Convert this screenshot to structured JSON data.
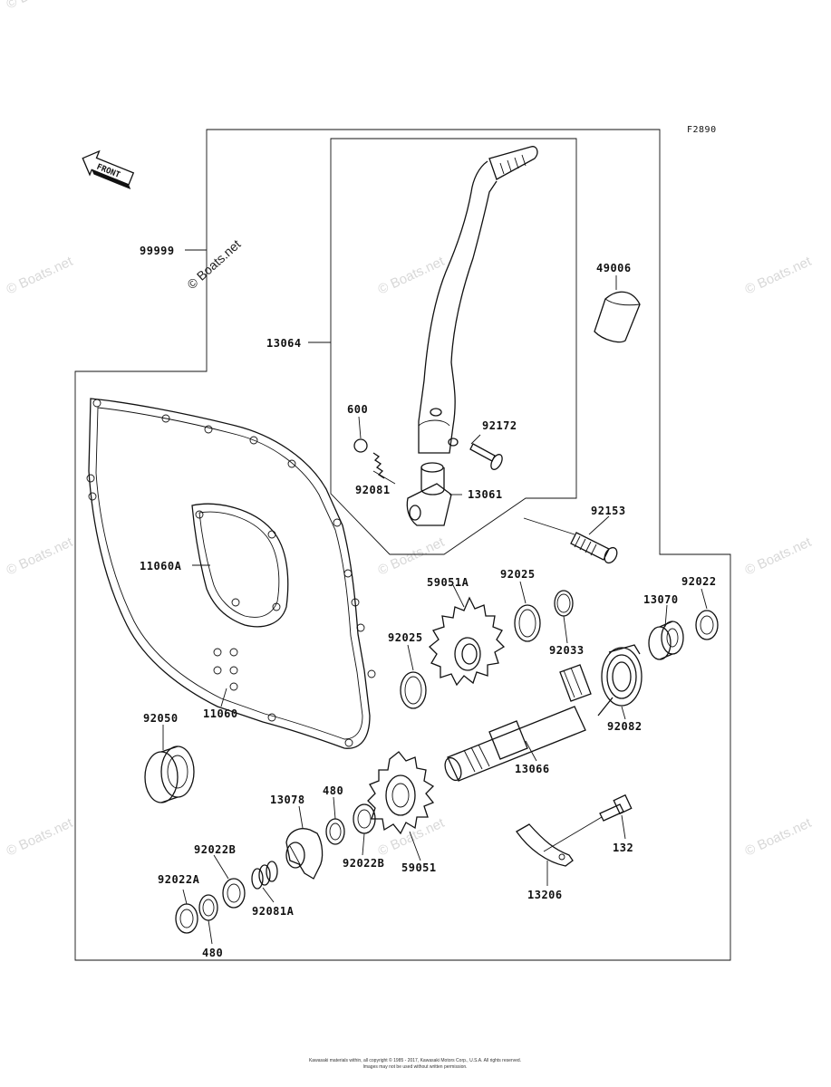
{
  "diagram": {
    "code": "F2890",
    "front_label": "FRONT",
    "watermark_text": "© Boats.net",
    "footer_line1": "Kawasaki materials within, all copyright © 1985 - 2017, Kawasaki Motors Corp., U.S.A. All rights reserved.",
    "footer_line2": "Images may not be used without written permission."
  },
  "parts": [
    {
      "id": "p-99999",
      "label": "99999"
    },
    {
      "id": "p-13064",
      "label": "13064"
    },
    {
      "id": "p-49006",
      "label": "49006"
    },
    {
      "id": "p-600",
      "label": "600"
    },
    {
      "id": "p-92172",
      "label": "92172"
    },
    {
      "id": "p-92081",
      "label": "92081"
    },
    {
      "id": "p-13061",
      "label": "13061"
    },
    {
      "id": "p-92153",
      "label": "92153"
    },
    {
      "id": "p-11060A",
      "label": "11060A"
    },
    {
      "id": "p-59051A",
      "label": "59051A"
    },
    {
      "id": "p-92025-upper",
      "label": "92025"
    },
    {
      "id": "p-92025-lower",
      "label": "92025"
    },
    {
      "id": "p-92033",
      "label": "92033"
    },
    {
      "id": "p-13070",
      "label": "13070"
    },
    {
      "id": "p-92022",
      "label": "92022"
    },
    {
      "id": "p-11060",
      "label": "11060"
    },
    {
      "id": "p-92082",
      "label": "92082"
    },
    {
      "id": "p-92050",
      "label": "92050"
    },
    {
      "id": "p-13066",
      "label": "13066"
    },
    {
      "id": "p-13078",
      "label": "13078"
    },
    {
      "id": "p-480-upper",
      "label": "480"
    },
    {
      "id": "p-92022B-left",
      "label": "92022B"
    },
    {
      "id": "p-92022B-right",
      "label": "92022B"
    },
    {
      "id": "p-59051",
      "label": "59051"
    },
    {
      "id": "p-132",
      "label": "132"
    },
    {
      "id": "p-92022A",
      "label": "92022A"
    },
    {
      "id": "p-92081A",
      "label": "92081A"
    },
    {
      "id": "p-13206",
      "label": "13206"
    },
    {
      "id": "p-480-lower",
      "label": "480"
    }
  ]
}
